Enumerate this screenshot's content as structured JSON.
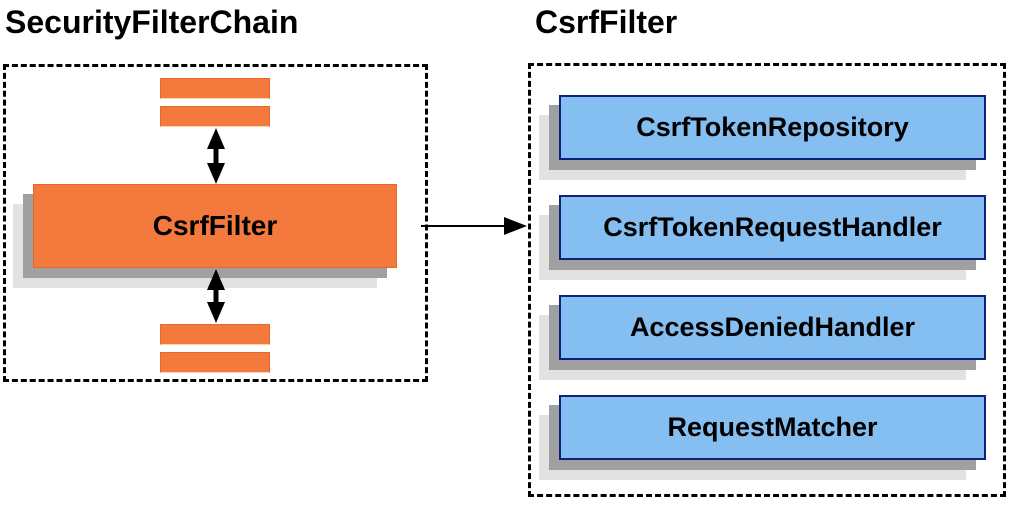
{
  "left_panel": {
    "title": "SecurityFilterChain",
    "filter_box_label": "CsrfFilter"
  },
  "right_panel": {
    "title": "CsrfFilter",
    "components": [
      "CsrfTokenRepository",
      "CsrfTokenRequestHandler",
      "AccessDeniedHandler",
      "RequestMatcher"
    ]
  },
  "colors": {
    "orange": "#f4793c",
    "orange_border": "#e8672b",
    "orange_highlight": "#ffd2b3",
    "blue": "#85bef0",
    "blue_border": "#0e217d",
    "shadow_dark": "#a0a0a0",
    "shadow_light": "#e2e2e2",
    "arrow": "#000000"
  }
}
